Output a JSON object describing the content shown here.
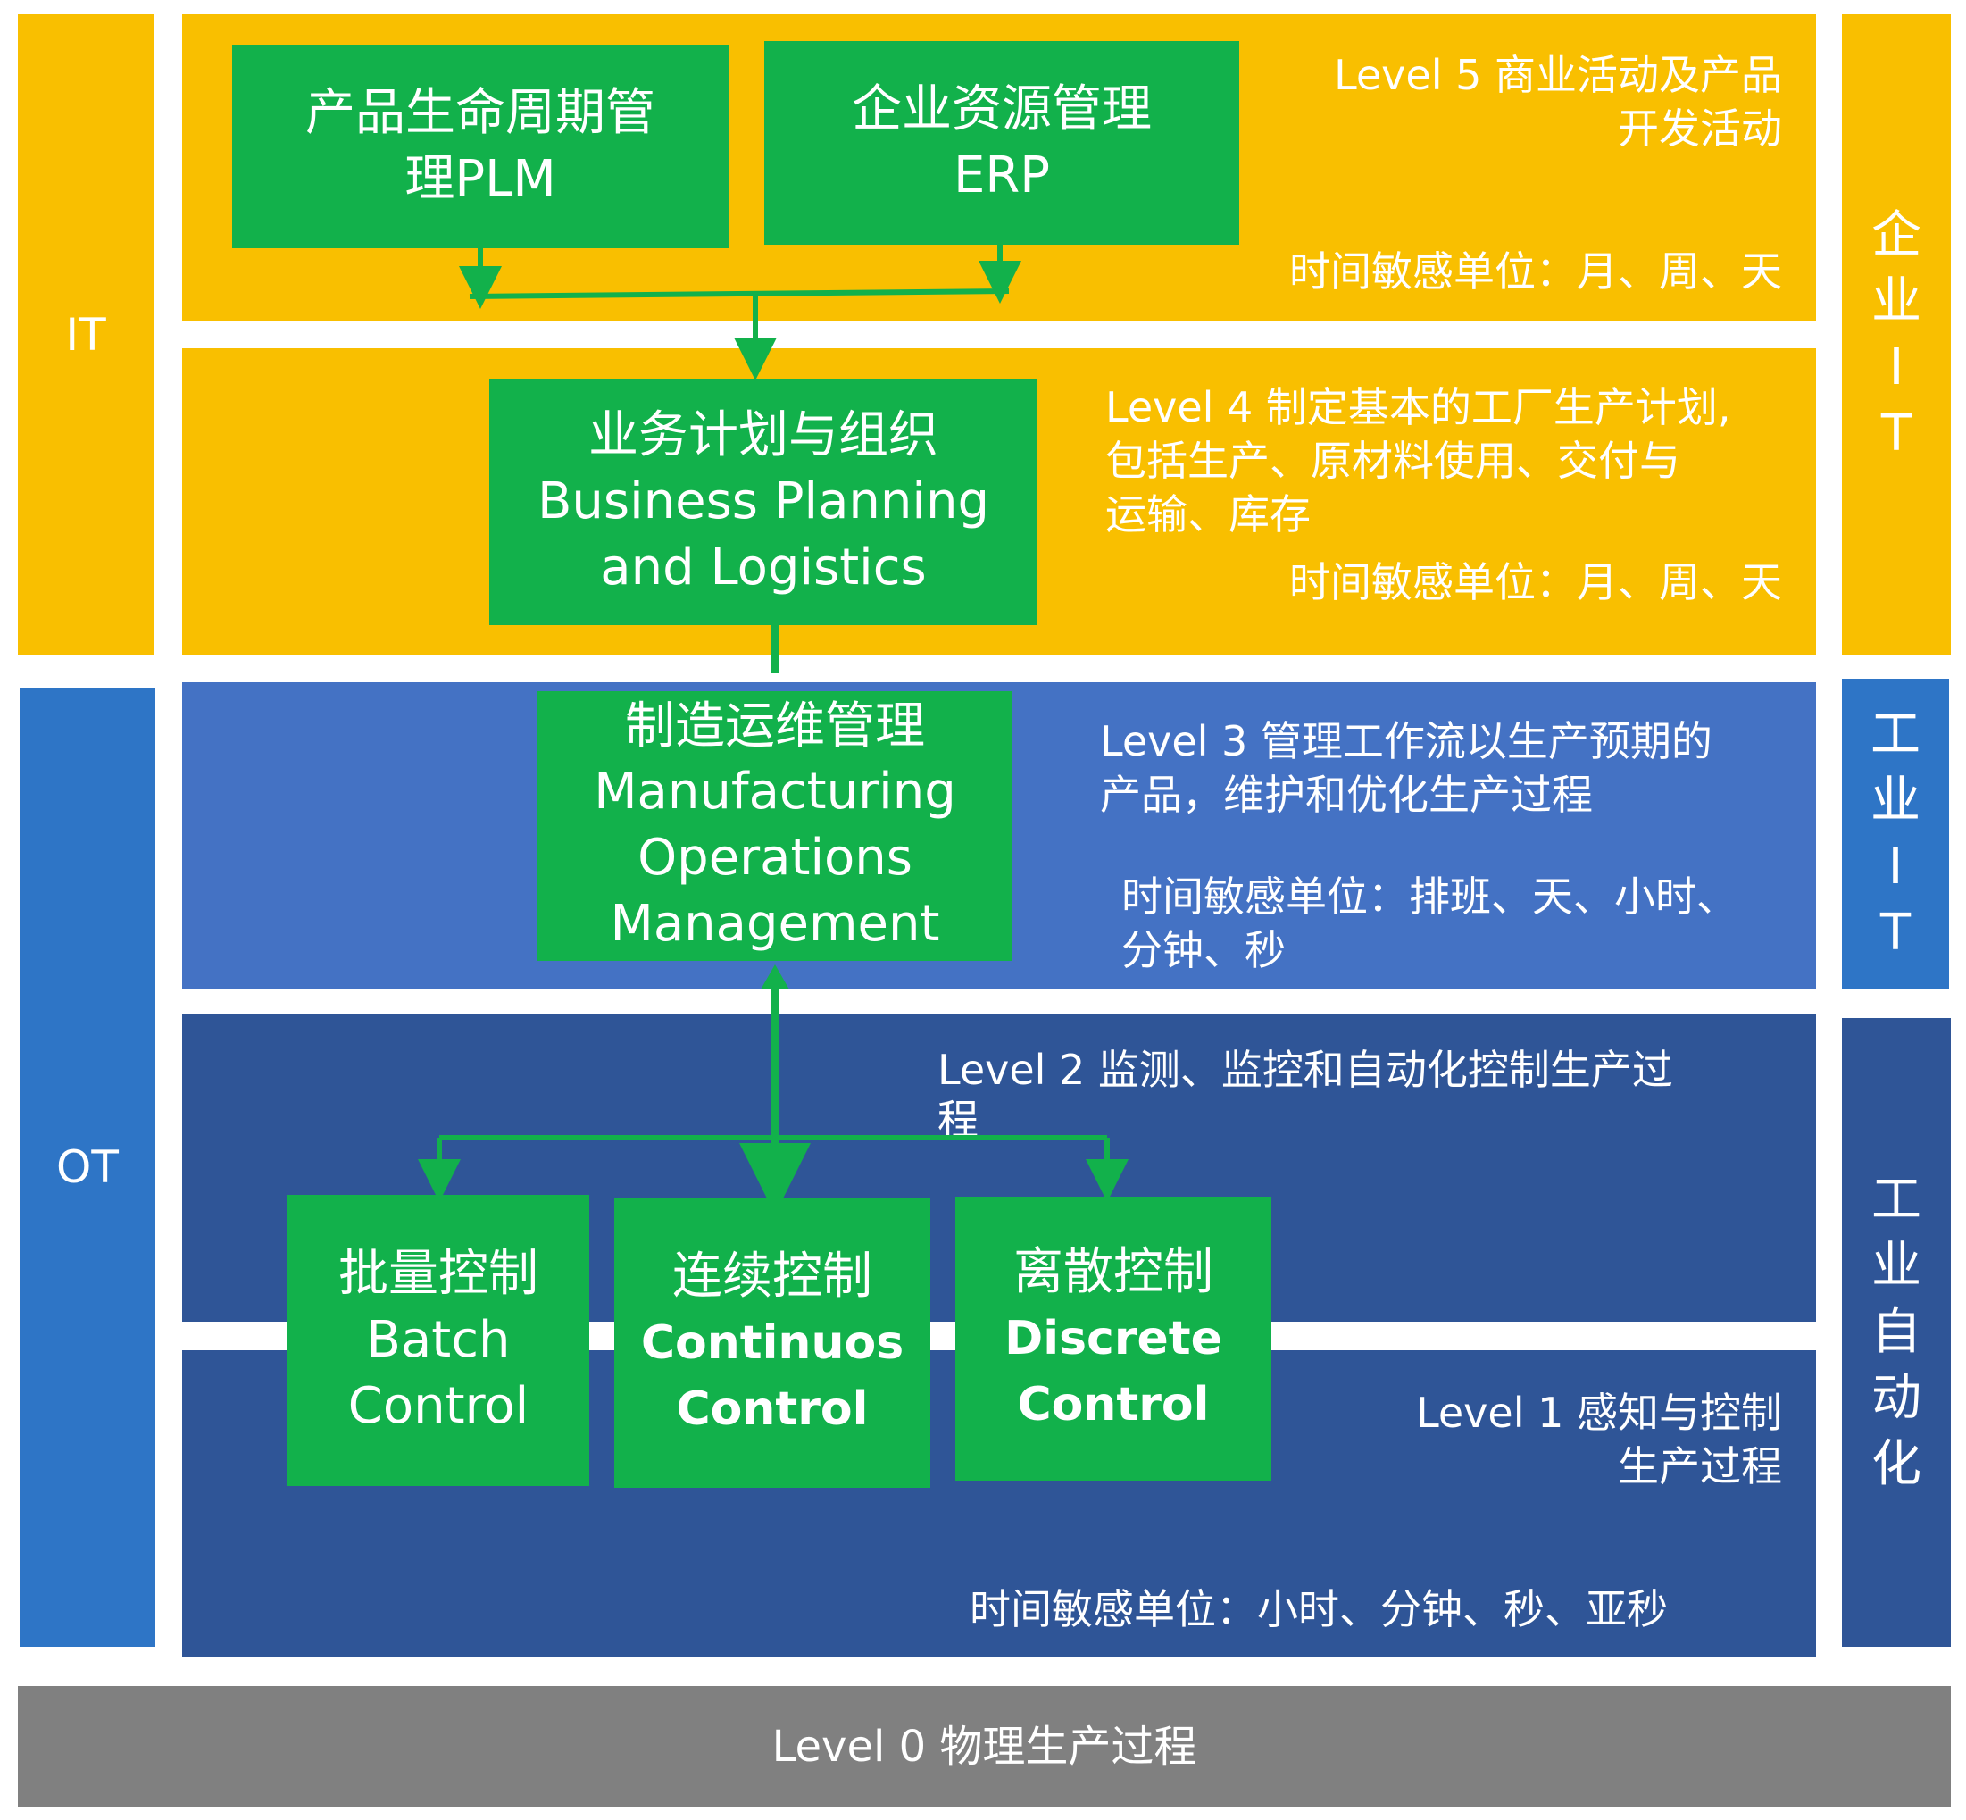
{
  "side_left": {
    "it": "IT",
    "ot": "OT"
  },
  "side_right": {
    "enterprise_it": [
      "企",
      "业",
      "I",
      "T"
    ],
    "industrial_it": [
      "工",
      "业",
      "I",
      "T"
    ],
    "industrial_automation": [
      "工",
      "业",
      "自",
      "动",
      "化"
    ]
  },
  "levels": {
    "l5": {
      "desc_line1": "Level 5 商业活动及产品",
      "desc_line2": "开发活动",
      "time": "时间敏感单位：月、周、天"
    },
    "l4": {
      "desc_line1": "Level 4 制定基本的工厂生产计划,",
      "desc_line2": "包括生产、原材料使用、交付与",
      "desc_line3": "运输、库存",
      "time": "时间敏感单位：月、周、天"
    },
    "l3": {
      "desc_line1": "Level 3 管理工作流以生产预期的",
      "desc_line2": "产品，维护和优化生产过程",
      "time_line1": "时间敏感单位：排班、天、小时、",
      "time_line2": "分钟、秒"
    },
    "l2": {
      "desc_line1": "Level 2 监测、监控和自动化控制生产过",
      "desc_line2": "程"
    },
    "l1": {
      "desc_line1": "Level 1 感知与控制",
      "desc_line2": "生产过程",
      "time": "时间敏感单位：小时、分钟、秒、亚秒"
    },
    "l0": {
      "desc": "Level 0 物理生产过程"
    }
  },
  "boxes": {
    "plm": {
      "line1": "产品生命周期管",
      "line2": "理PLM"
    },
    "erp": {
      "line1": "企业资源管理",
      "line2": "ERP"
    },
    "bpl": {
      "line1": "业务计划与组织",
      "line2": "Business Planning",
      "line3": "and Logistics"
    },
    "mom": {
      "line1": "制造运维管理",
      "line2": "Manufacturing",
      "line3": "Operations",
      "line4": "Management"
    },
    "batch": {
      "line1": "批量控制",
      "line2": "Batch",
      "line3": "Control"
    },
    "continuous": {
      "line1": "连续控制",
      "line2": "Continuos",
      "line3": "Control"
    },
    "discrete": {
      "line1": "离散控制",
      "line2": "Discrete",
      "line3": "Control"
    }
  },
  "colors": {
    "it_band": "#f9bf00",
    "level3_band": "#4472c4",
    "level2_1_band": "#2f5597",
    "ot_band": "#2e75c6",
    "level0_band": "#808080",
    "box_green": "#12b14b"
  }
}
